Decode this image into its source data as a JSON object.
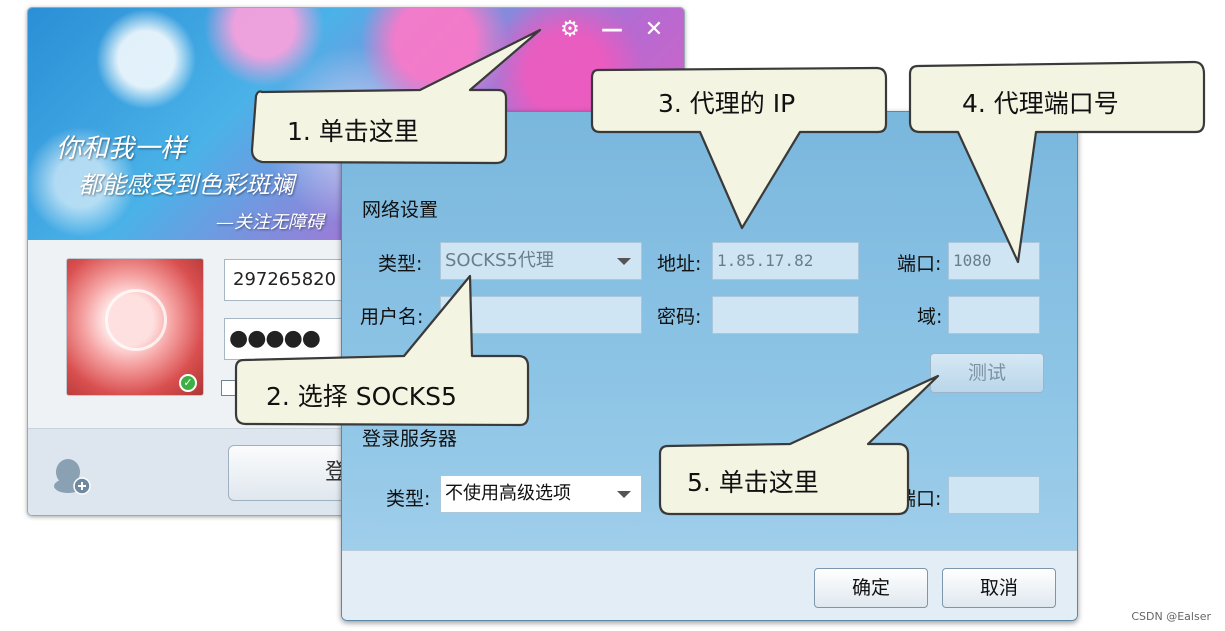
{
  "login_window": {
    "slogan": [
      "你和我一样",
      "都能感受到色彩斑斓",
      "—关注无障碍"
    ],
    "account": "297265820",
    "password_mask": "●●●●●",
    "login_button": "登"
  },
  "network_dialog": {
    "proxy_section": "网络设置",
    "type_label": "类型:",
    "type_value": "SOCKS5代理",
    "address_label": "地址:",
    "address_value": "1.85.17.82",
    "port_label": "端口:",
    "port_value": "1080",
    "username_label": "用户名:",
    "password_label": "密码:",
    "domain_label": "域:",
    "test_button": "测试",
    "server_section": "登录服务器",
    "server_type_label": "类型:",
    "server_type_value": "不使用高级选项",
    "server_port_label": "端口:",
    "ok_button": "确定",
    "cancel_button": "取消"
  },
  "callouts": {
    "step1": "1. 单击这里",
    "step2": "2. 选择 SOCKS5",
    "step3": "3. 代理的 IP",
    "step4": "4. 代理端口号",
    "step5": "5. 单击这里"
  },
  "watermark": "CSDN @Ealser",
  "colors": {
    "callout_fill": "#f3f4e2",
    "callout_stroke": "#3a3a3a",
    "dialog_bg": "#8ec5e6",
    "field_bg": "#cfe5f3"
  },
  "icons": [
    "gear-icon",
    "minimize-icon",
    "close-icon",
    "online-check-icon",
    "multi-account-icon",
    "dropdown-arrow-icon"
  ]
}
